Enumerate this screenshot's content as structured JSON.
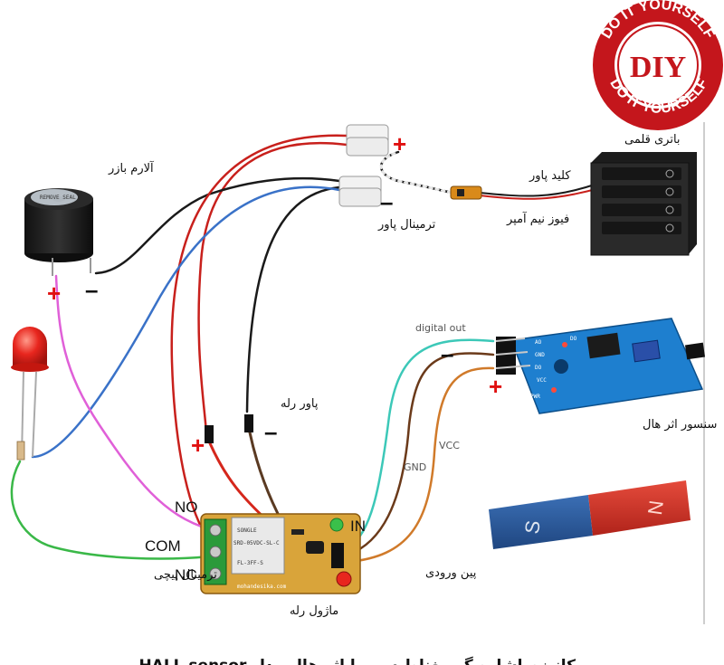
{
  "badge": {
    "text_top": "DO IT YOURSELF",
    "text_bottom": "DO IT YOURSELF",
    "center": "DIY",
    "color": "#c4161c"
  },
  "labels": {
    "buzzer": "آلارم بازر",
    "battery": "باتری قلمی",
    "power_key": "کلید پاور",
    "fuse": "فیوز نیم آمپر",
    "power_terminal": "ترمینال پاور",
    "relay_power": "پاور رله",
    "hall_sensor": "سنسور اثر هال",
    "screw_terminal": "ترمینال پیچی",
    "input_pin": "پین ورودی",
    "relay_module": "ماژول رله",
    "digital_out": "digital out",
    "gnd": "GND",
    "vcc": "VCC",
    "no": "NO",
    "com": "COM",
    "nc": "NC",
    "in": "IN"
  },
  "signs": {
    "plus": "+",
    "minus": "–"
  },
  "board": {
    "relay_brand": "SONGLE",
    "relay_model": "SRD-05VDC-SL-C",
    "relay_model2": "FL-3FF-S",
    "website": "mohandesika.com",
    "sensor_labels": [
      "AO",
      "GND",
      "DO",
      "VCC"
    ],
    "sensor_power": "PWR",
    "sensor_do": "DO"
  },
  "magnet": {
    "south": "S",
    "north": "N"
  },
  "caption": "مکانیزم اشاره گر مغناطیسی با اثر هال مدل HALL sensor",
  "colors": {
    "red_wire": "#c8201c",
    "black_wire": "#1a1a1a",
    "blue_wire": "#3a72c8",
    "magenta_wire": "#e060d8",
    "green_wire": "#3ab848",
    "cyan_wire": "#3cc8b8",
    "brown_wire": "#6b3a1a",
    "orange_wire": "#d07a2a",
    "sensor_blue": "#1e7fcf",
    "relay_board": "#d9a43a",
    "plus_red": "#e01010"
  }
}
